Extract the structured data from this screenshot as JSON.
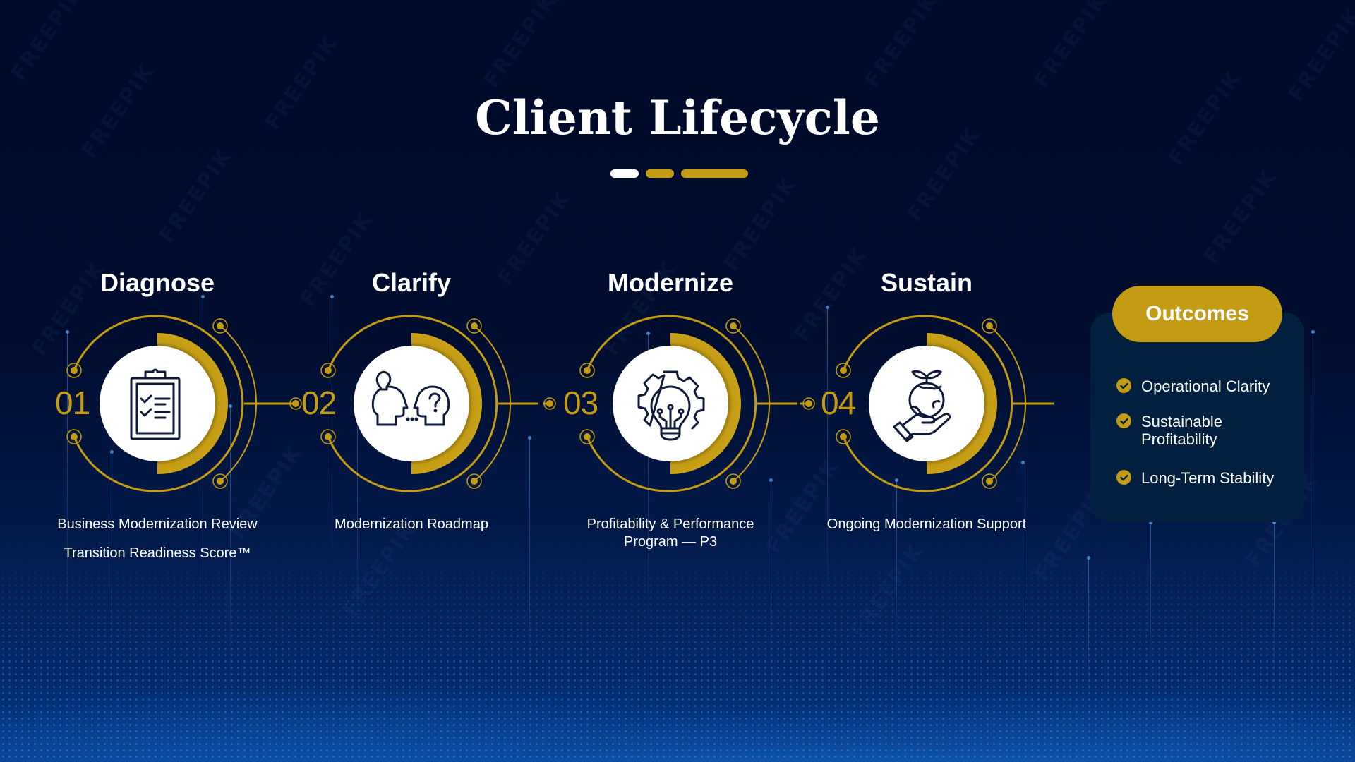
{
  "slide": {
    "title": "Client Lifecycle",
    "title_bars": [
      {
        "color": "#ffffff",
        "width": 40
      },
      {
        "color": "#c49c14",
        "width": 40
      },
      {
        "color": "#c49c14",
        "width": 95
      }
    ]
  },
  "colors": {
    "background": "#000a29",
    "gold": "#c49c14",
    "navy_icon": "#0f1a3a",
    "panel": "#01203f",
    "text": "#ffffff"
  },
  "steps": [
    {
      "number": "01",
      "heading": "Diagnose",
      "icon": "clipboard-checklist-icon",
      "description": [
        "Business Modernization Review",
        "Transition Readiness Score™"
      ]
    },
    {
      "number": "02",
      "heading": "Clarify",
      "icon": "two-heads-idea-question-icon",
      "description": [
        "Modernization Roadmap"
      ]
    },
    {
      "number": "03",
      "heading": "Modernize",
      "icon": "gear-lightbulb-icon",
      "description": [
        "Profitability & Performance Program — P3"
      ]
    },
    {
      "number": "04",
      "heading": "Sustain",
      "icon": "hand-holding-globe-sprout-icon",
      "description": [
        "Ongoing Modernization Support"
      ]
    }
  ],
  "outcomes": {
    "title": "Outcomes",
    "items": [
      {
        "icon": "check-circle-icon",
        "label": "Operational Clarity"
      },
      {
        "icon": "check-circle-icon",
        "label": "Sustainable Profitability"
      },
      {
        "icon": "check-circle-icon",
        "label": "Long-Term Stability"
      }
    ]
  },
  "watermark": "FREEPIK"
}
